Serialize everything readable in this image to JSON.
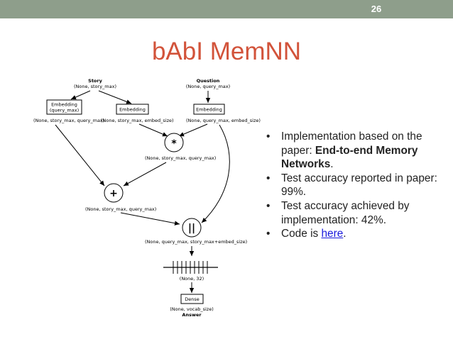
{
  "slide": {
    "page_number": "26",
    "title": "bAbI MemNN"
  },
  "diagram": {
    "story_label": "Story",
    "story_shape": "(None, story_max)",
    "question_label": "Question",
    "question_shape": "(None, query_max)",
    "embed_query_box": [
      "Embedding",
      "(query_max)"
    ],
    "embed_story_box": "Embedding",
    "embed_question_box": "Embedding",
    "shape_embed_query": "(None, story_max, query_max)",
    "shape_embed_story": "(None, story_max, embed_size)",
    "shape_embed_question": "(None, query_max, embed_size)",
    "op_multiply": "*",
    "shape_multiply": "(None, story_max, query_max)",
    "op_add": "+",
    "shape_add": "(None, story_max, query_max)",
    "op_concat": "||",
    "shape_concat": "(None, query_max, story_max+embed_size)",
    "shape_lstm": "(None, 32)",
    "dense_box": "Dense",
    "shape_dense": "(None, vocab_size)",
    "answer_label": "Answer"
  },
  "bullets": {
    "item1_text": "Implementation based on the paper: ",
    "item1_bold": "End-to-end Memory Networks",
    "item1_end": ".",
    "item2": "Test accuracy reported in paper: 99%.",
    "item3": "Test accuracy achieved by implementation: 42%.",
    "item4_text": "Code is ",
    "item4_link": "here",
    "item4_end": "."
  },
  "colors": {
    "topbar": "#8e9e8b",
    "title": "#d2533a",
    "link": "#1a1adc",
    "text": "#222222"
  }
}
